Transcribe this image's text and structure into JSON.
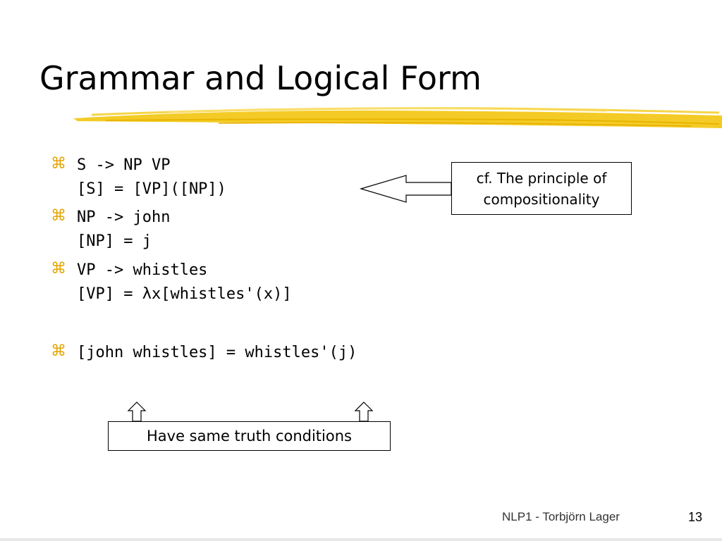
{
  "slide": {
    "title": "Grammar and Logical Form",
    "bullet_icon": "⌘",
    "bullets": [
      {
        "line1": "S -> NP VP",
        "line2": "[S] = [VP]([NP])"
      },
      {
        "line1": "NP -> john",
        "line2": "[NP] = j"
      },
      {
        "line1": "VP -> whistles",
        "line2": "[VP] = λx[whistles'(x)]"
      },
      {
        "line1": "[john whistles] = whistles'(j)"
      }
    ],
    "callout": {
      "line1": "cf. The principle of",
      "line2": "compositionality"
    },
    "truth_box": "Have same truth conditions"
  },
  "footer": {
    "author": "NLP1 - Torbjörn Lager",
    "page_number": "13"
  },
  "colors": {
    "underline": "#f2c200",
    "bullet_icon": "#e2a400"
  },
  "icons": {
    "bullet": "place-of-interest-sign-icon",
    "left_arrow": "hollow-left-arrow-icon",
    "up_arrow": "hollow-up-arrow-icon"
  }
}
